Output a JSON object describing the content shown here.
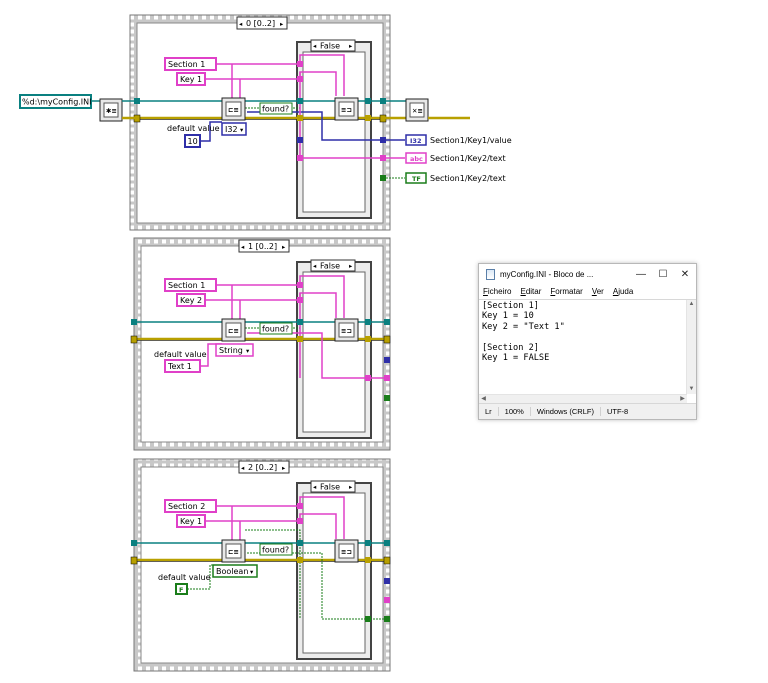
{
  "diagram": {
    "file_path": "%d:\\myConfig.INI",
    "frames": [
      {
        "selector": "0 [0..2]",
        "case": "False",
        "section": "Section 1",
        "key": "Key 1",
        "default_label": "default value",
        "default_value": "10",
        "type": "I32",
        "found": "found?"
      },
      {
        "selector": "1 [0..2]",
        "case": "False",
        "section": "Section 1",
        "key": "Key 2",
        "default_label": "default value",
        "default_value": "Text 1",
        "type": "String",
        "found": "found?"
      },
      {
        "selector": "2 [0..2]",
        "case": "False",
        "section": "Section 2",
        "key": "Key 1",
        "default_label": "default value",
        "default_value": "F",
        "type": "Boolean",
        "found": "found?"
      }
    ],
    "indicators": [
      {
        "badge": "I32",
        "label": "Section1/Key1/value",
        "color": "#2f2fa8"
      },
      {
        "badge": "abc",
        "label": "Section1/Key2/text",
        "color": "#e040c8"
      },
      {
        "badge": "TF",
        "label": "Section1/Key2/text",
        "color": "#1a7d1a"
      }
    ],
    "colors": {
      "string": "#e040c8",
      "int": "#2f2fa8",
      "bool": "#1a7d1a",
      "error": "#b8a000",
      "refnum": "#0a8080",
      "frame": "#9a9a9a"
    }
  },
  "notepad": {
    "title": "myConfig.INI - Bloco de ...",
    "menu": [
      "Ficheiro",
      "Editar",
      "Formatar",
      "Ver",
      "Ajuda"
    ],
    "lines": [
      "[Section 1]",
      "Key 1 = 10",
      "Key 2 = \"Text 1\"",
      "",
      "[Section 2]",
      "Key 1 = FALSE"
    ],
    "status": {
      "position": "Lr",
      "zoom": "100%",
      "line_ending": "Windows (CRLF)",
      "encoding": "UTF-8"
    }
  }
}
